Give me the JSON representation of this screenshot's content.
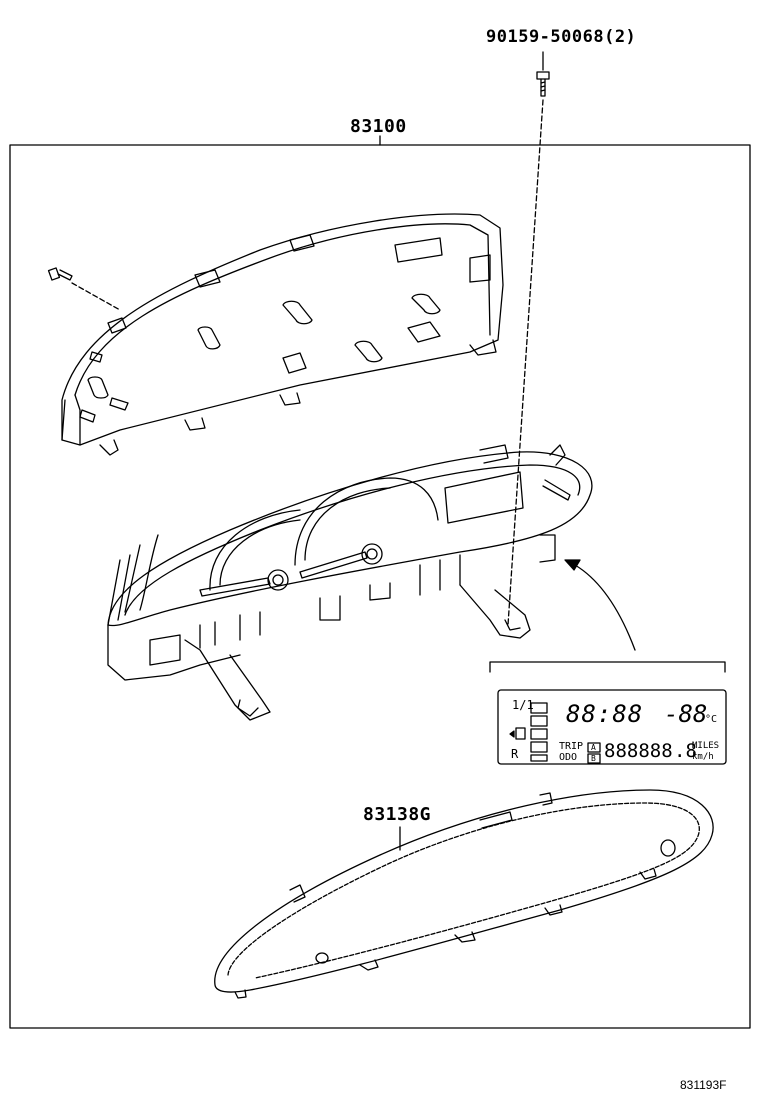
{
  "parts": {
    "screw": "90159-50068(2)",
    "meter_assembly": "83100",
    "glass": "83138G"
  },
  "figure_code": "831193F",
  "display": {
    "fraction_label": "1/1",
    "clock": "88:88",
    "temp": "-88",
    "temp_unit": "°C",
    "reverse": "R",
    "trip": "TRIP",
    "odo": "ODO",
    "trip_a": "A",
    "trip_b": "B",
    "odometer": "888888",
    "odometer_dec": ".8",
    "miles": "MILES",
    "kmh": "km/h"
  }
}
